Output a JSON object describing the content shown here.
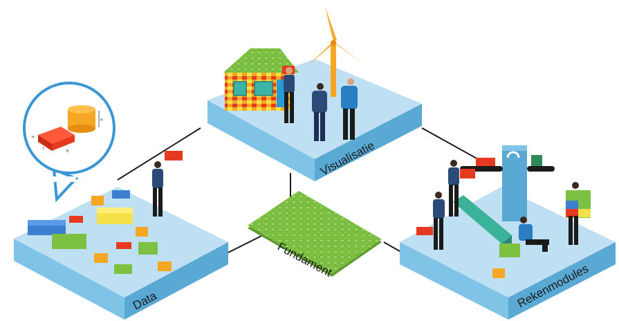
{
  "platforms": {
    "visualisatie": {
      "label": "Visualisatie"
    },
    "data": {
      "label": "Data"
    },
    "rekenmodules": {
      "label": "Rekenmodules"
    },
    "fundament": {
      "label": "Fundament"
    }
  },
  "dimension_marks": {
    "h": "H",
    "l": "L",
    "b": "B"
  },
  "colors": {
    "platform_top": "#bfe0f2",
    "platform_side": "#7fc3e6",
    "platform_side_dark": "#5aa8d4",
    "callout_ring": "#3b97d3",
    "brick_green": "#7dc142",
    "brick_red": "#e53a1f",
    "brick_orange": "#f5a623",
    "brick_yellow": "#f7e14a",
    "brick_blue": "#3c7fd1",
    "person_top": "#2b4a78",
    "person_dark": "#1b1b1b",
    "skin": "#d9a27c"
  }
}
